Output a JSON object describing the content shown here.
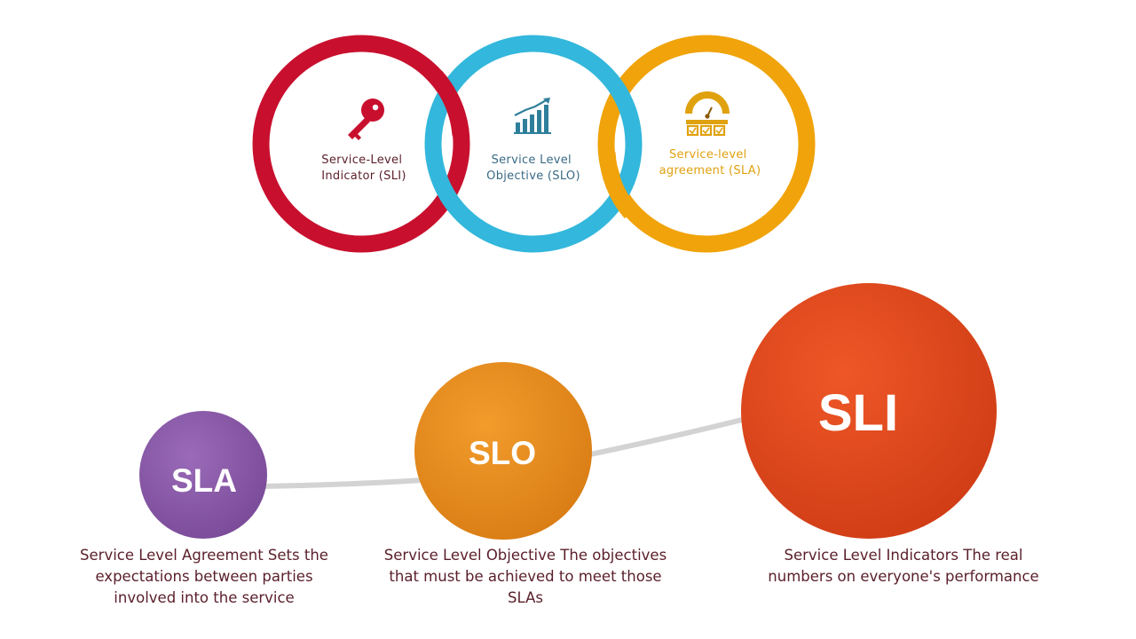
{
  "colors": {
    "sli_ring": "#c8102e",
    "slo_ring": "#33b7dc",
    "sla_ring": "#f0a30a",
    "sla_bubble": "#8b5ba8",
    "slo_bubble": "#ee9120",
    "sli_bubble": "#e5481f",
    "description_text": "#5a1f2b",
    "connector": "#d3d3d3"
  },
  "rings": [
    {
      "id": "sli",
      "icon": "key-icon",
      "line1": "Service-Level",
      "line2": "Indicator (SLI)"
    },
    {
      "id": "slo",
      "icon": "growth-chart-icon",
      "line1": "Service Level",
      "line2": "Objective (SLO)"
    },
    {
      "id": "sla",
      "icon": "gauge-checklist-icon",
      "line1": "Service-level",
      "line2": "agreement (SLA)"
    }
  ],
  "bubbles": [
    {
      "id": "sla",
      "label": "SLA",
      "description": "Service Level Agreement Sets the expectations between parties involved into the service"
    },
    {
      "id": "slo",
      "label": "SLO",
      "description": "Service Level Objective The objectives that must be achieved to meet those SLAs"
    },
    {
      "id": "sli",
      "label": "SLI",
      "description": "Service Level Indicators The real numbers on everyone's performance"
    }
  ]
}
